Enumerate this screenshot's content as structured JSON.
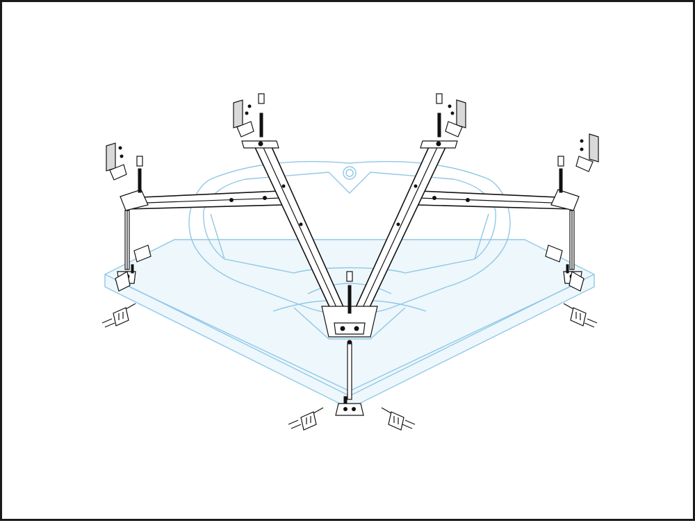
{
  "figure": {
    "background": "#ffffff",
    "border_color": "#1a1a1a",
    "tub_outline_color": "#8fc8e6",
    "frame_line_color": "#111111"
  },
  "parts": {
    "tub": "corner-bathtub-outline",
    "frame": "v-shaped-support-frame",
    "legs": [
      "left-leg",
      "center-leg",
      "right-leg"
    ],
    "wall_brackets": [
      "bracket-1",
      "bracket-2",
      "bracket-3",
      "bracket-4"
    ],
    "floor_mounts": [
      "floor-mount-left",
      "floor-mount-bottom-left",
      "floor-mount-bottom-right",
      "floor-mount-right"
    ]
  }
}
